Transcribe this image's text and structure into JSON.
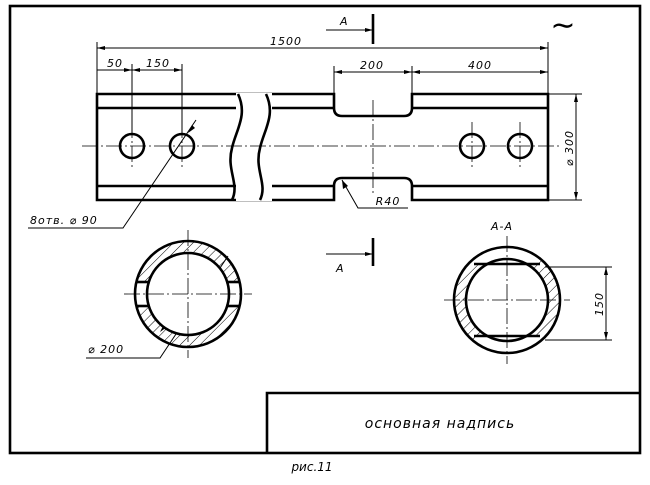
{
  "drawing": {
    "dimensions": {
      "overall_length": "1500",
      "edge_offset": "50",
      "hole_pitch": "150",
      "slot_width": "200",
      "slot_offset": "400",
      "diameter_outer": "⌀ 300",
      "slot_radius": "R40",
      "holes_note": "8отв. ⌀ 90",
      "inner_diameter": "⌀ 200",
      "section_height": "150"
    },
    "section": {
      "marker_top": "A",
      "marker_bottom": "A",
      "view_label": "A-A"
    },
    "surface_mark": "∼",
    "title_block": "основная надпись",
    "caption": "рис.11"
  }
}
